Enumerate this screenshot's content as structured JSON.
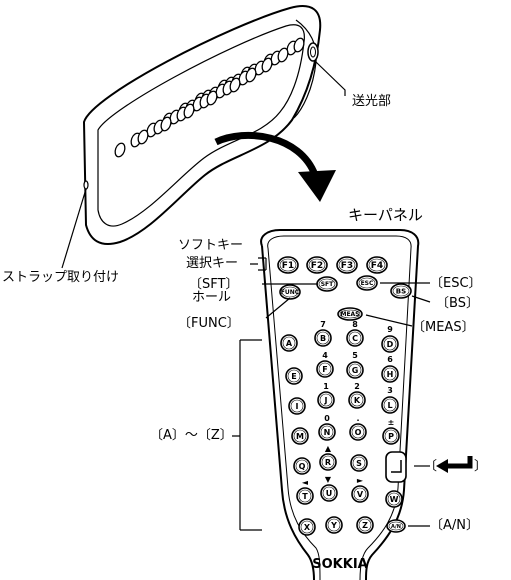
{
  "labels": {
    "emitter": "送光部",
    "keypanel": "キーパネル",
    "softkey_line1": "ソフトキー",
    "softkey_line2": "選択キー",
    "strap_line1": "ストラップ取り付け",
    "strap_line2": "ホール",
    "sft": "〔SFT〕",
    "esc": "〔ESC〕",
    "bs": "〔BS〕",
    "func": "〔FUNC〕",
    "meas": "〔MEAS〕",
    "az": "〔A〕～〔Z〕",
    "enter": "〔",
    "enter_close": "〕",
    "an": "〔A/N〕"
  },
  "keys": {
    "f1": "F1",
    "f2": "F2",
    "f3": "F3",
    "f4": "F4",
    "func": "FUNC",
    "sft": "SFT",
    "esc": "ESC",
    "bs": "BS",
    "meas": "MEAS",
    "an": "A/N",
    "letters": [
      "A",
      "B",
      "C",
      "D",
      "E",
      "F",
      "G",
      "H",
      "I",
      "J",
      "K",
      "L",
      "M",
      "N",
      "O",
      "P",
      "Q",
      "R",
      "S",
      "T",
      "U",
      "V",
      "W",
      "X",
      "Y",
      "Z"
    ],
    "subs": [
      "7",
      "8",
      "9",
      "4",
      "5",
      "6",
      "1",
      "2",
      "3",
      "0",
      ".",
      "±",
      "▲",
      "▼",
      "►",
      "◄"
    ]
  },
  "brand": "SOKKIA"
}
